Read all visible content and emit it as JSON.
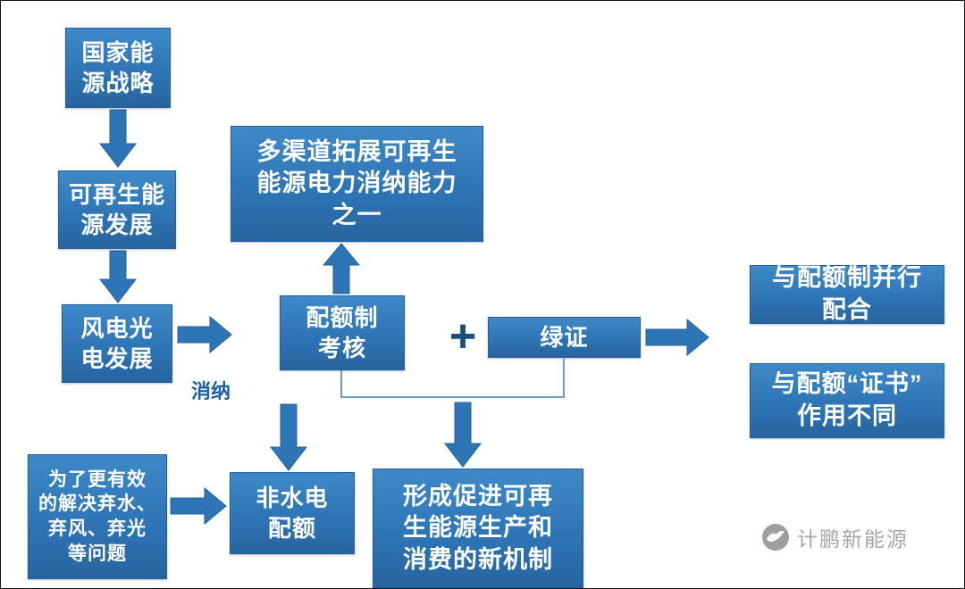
{
  "diagram": {
    "nodes": {
      "national_energy_strategy": "国家能\n源战略",
      "renewable_energy_development": "可再生能\n源发展",
      "wind_pv_development": "风电光\n电发展",
      "multi_channel_expand": "多渠道拓展可再生\n能源电力消纳能力\n之一",
      "quota_assessment": "配额制\n考核",
      "green_certificate": "绿证",
      "parallel_with_quota": "与配额制并行\n配合",
      "different_role": "与配额“证书”\n作用不同",
      "solve_curtailment": "为了更有效\n的解决弃水、\n弃风、弃光\n等问题",
      "non_hydro_quota": "非水电\n配额",
      "new_mechanism": "形成促进可再\n生能源生产和\n消费的新机制"
    },
    "labels": {
      "consumption": "消纳",
      "plus": "+"
    }
  },
  "watermark": {
    "brand": "计鹏新能源"
  },
  "colors": {
    "box_blue": "#2e75b6",
    "box_border": "#24619c",
    "arrow_blue": "#2e75b6",
    "plus_dark_blue": "#1c4b7d",
    "label_blue": "#1d5fa8",
    "watermark_gray": "#a6a6a6"
  }
}
